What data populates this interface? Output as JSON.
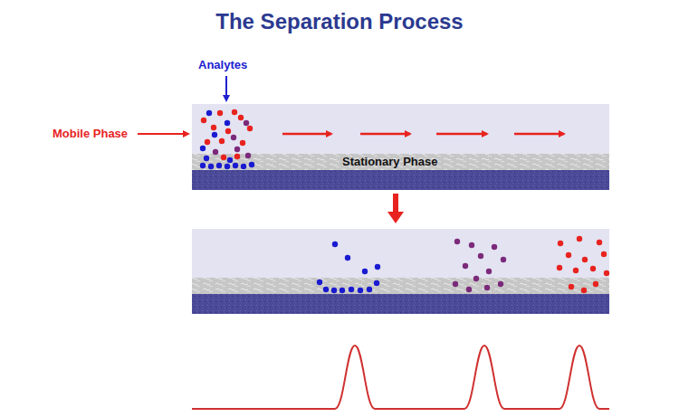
{
  "diagram": {
    "title": "The Separation Process",
    "nodes": [
      {
        "text": [
          "Stationary Phase"
        ]
      }
    ],
    "labels": [
      "Analytes",
      "Mobile Phase"
    ]
  }
}
